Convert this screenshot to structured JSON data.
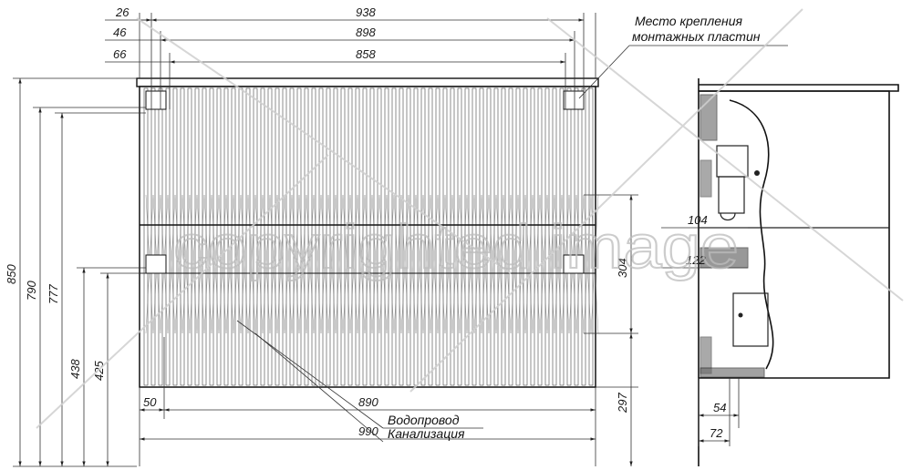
{
  "top_dims": {
    "d26": "26",
    "d46": "46",
    "d66": "66",
    "w938": "938",
    "w898": "898",
    "w858": "858"
  },
  "left_dims": {
    "h850": "850",
    "h790": "790",
    "h777": "777",
    "h438": "438",
    "h425": "425"
  },
  "bottom_dims": {
    "d50": "50",
    "w890": "890",
    "w990": "990"
  },
  "right_dims": {
    "h304": "304",
    "h297": "297"
  },
  "side_dims": {
    "d104": "104",
    "d122": "122",
    "d54": "54",
    "d72": "72"
  },
  "notes": {
    "mount_line1": "Место крепления",
    "mount_line2": "монтажных пластин",
    "water": "Водопровод",
    "sewer": "Канализация"
  },
  "watermark": "copyrighted image"
}
